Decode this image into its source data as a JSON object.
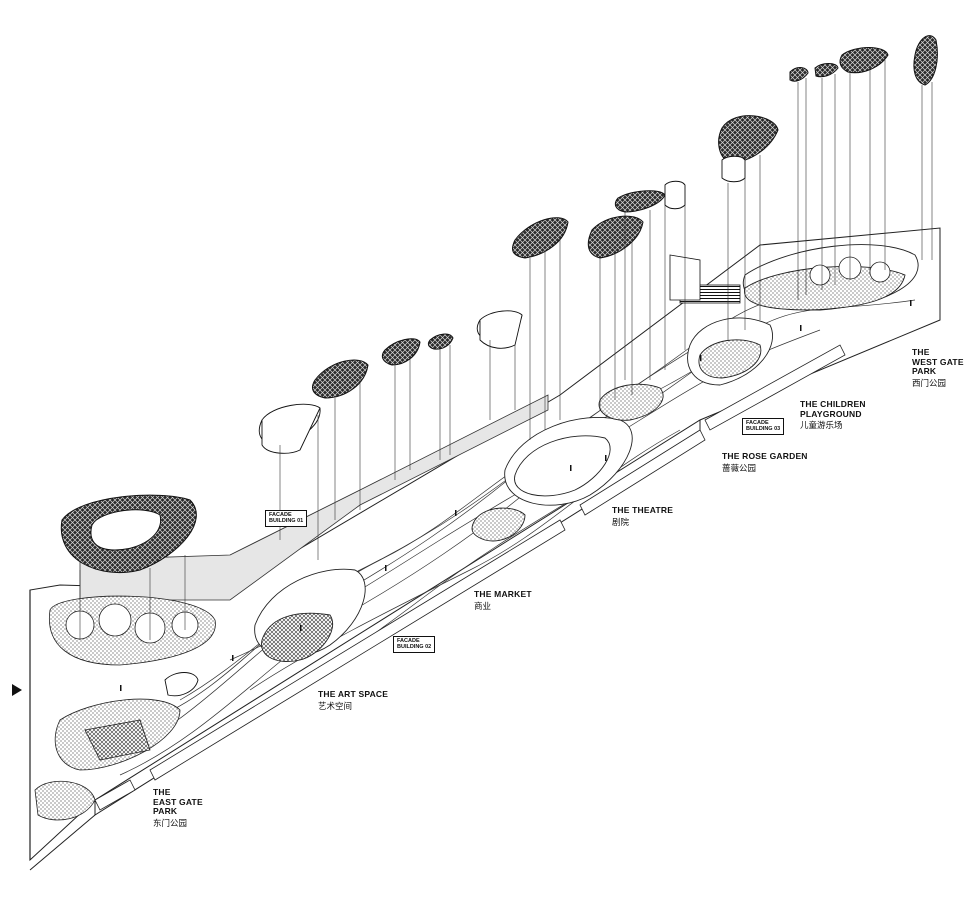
{
  "labels": {
    "east_gate": {
      "l1": "THE",
      "l2": "EAST GATE",
      "l3": "PARK",
      "zh": "东门公园"
    },
    "art_space": {
      "en": "THE ART SPACE",
      "zh": "艺术空间"
    },
    "market": {
      "en": "THE MARKET",
      "zh": "商业"
    },
    "theatre": {
      "en": "THE THEATRE",
      "zh": "剧院"
    },
    "rose_garden": {
      "en": "THE ROSE GARDEN",
      "zh": "蔷薇公园"
    },
    "children": {
      "l1": "THE CHILDREN",
      "l2": "PLAYGROUND",
      "zh": "儿童游乐场"
    },
    "west_gate": {
      "l1": "THE",
      "l2": "WEST GATE",
      "l3": "PARK",
      "zh": "西门公园"
    }
  },
  "facades": {
    "f1": {
      "l1": "FACADE",
      "l2": "BUILDING 01"
    },
    "f2": {
      "l1": "FACADE",
      "l2": "BUILDING 02"
    },
    "f3": {
      "l1": "FACADE",
      "l2": "BUILDING 03"
    }
  }
}
